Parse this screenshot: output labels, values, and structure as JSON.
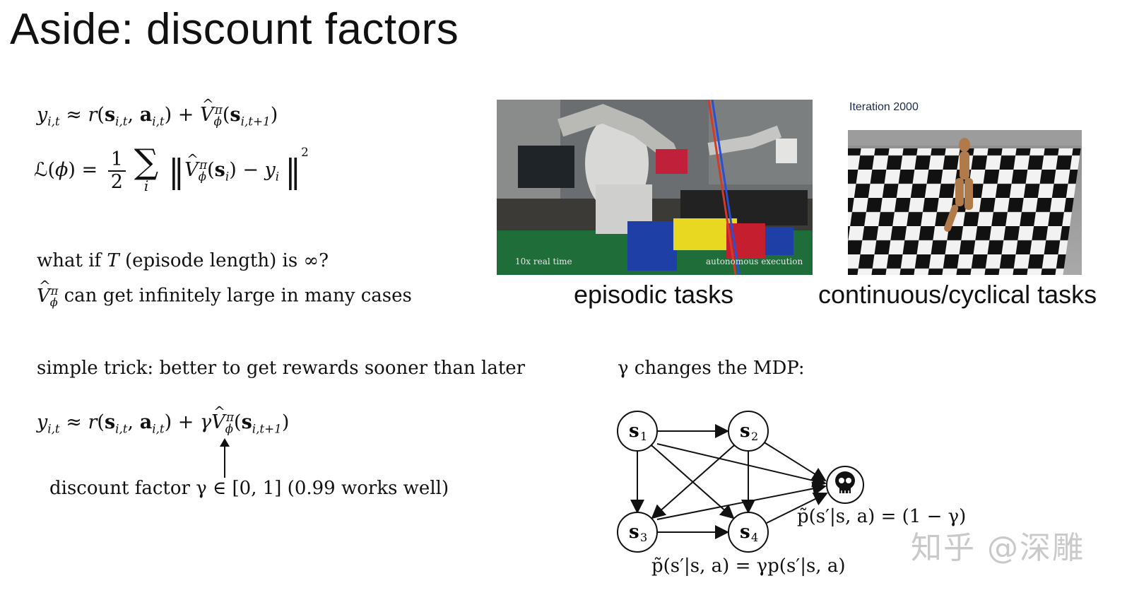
{
  "slide": {
    "title": "Aside: discount factors"
  },
  "text": {
    "question": "what if T (episode length) is ∞?",
    "question_pre": "what if ",
    "question_T": "T",
    "question_post": " (episode length) is ∞?",
    "infinite_note": " can get infinitely large in many cases",
    "trick": "simple trick: better to get rewards sooner than later",
    "discount_label": "discount factor γ ∈ [0, 1] (0.99 works well)",
    "mdp_heading": "γ changes the MDP:"
  },
  "captions": {
    "episodic": "episodic tasks",
    "continuous": "continuous/cyclical tasks"
  },
  "images": {
    "robot_overlay_left": "10x real time",
    "robot_overlay_right": "autonomous execution",
    "sim_iteration": "Iteration 2000"
  },
  "diagram": {
    "nodes": [
      "s1",
      "s2",
      "s3",
      "s4"
    ],
    "terminal_icon": "skull-icon",
    "terminal_prob": "p̃(s′|s, a) = (1 − γ)",
    "transition_prob": "p̃(s′|s, a) = γp(s′|s, a)"
  },
  "watermark": "知乎 @深雕"
}
